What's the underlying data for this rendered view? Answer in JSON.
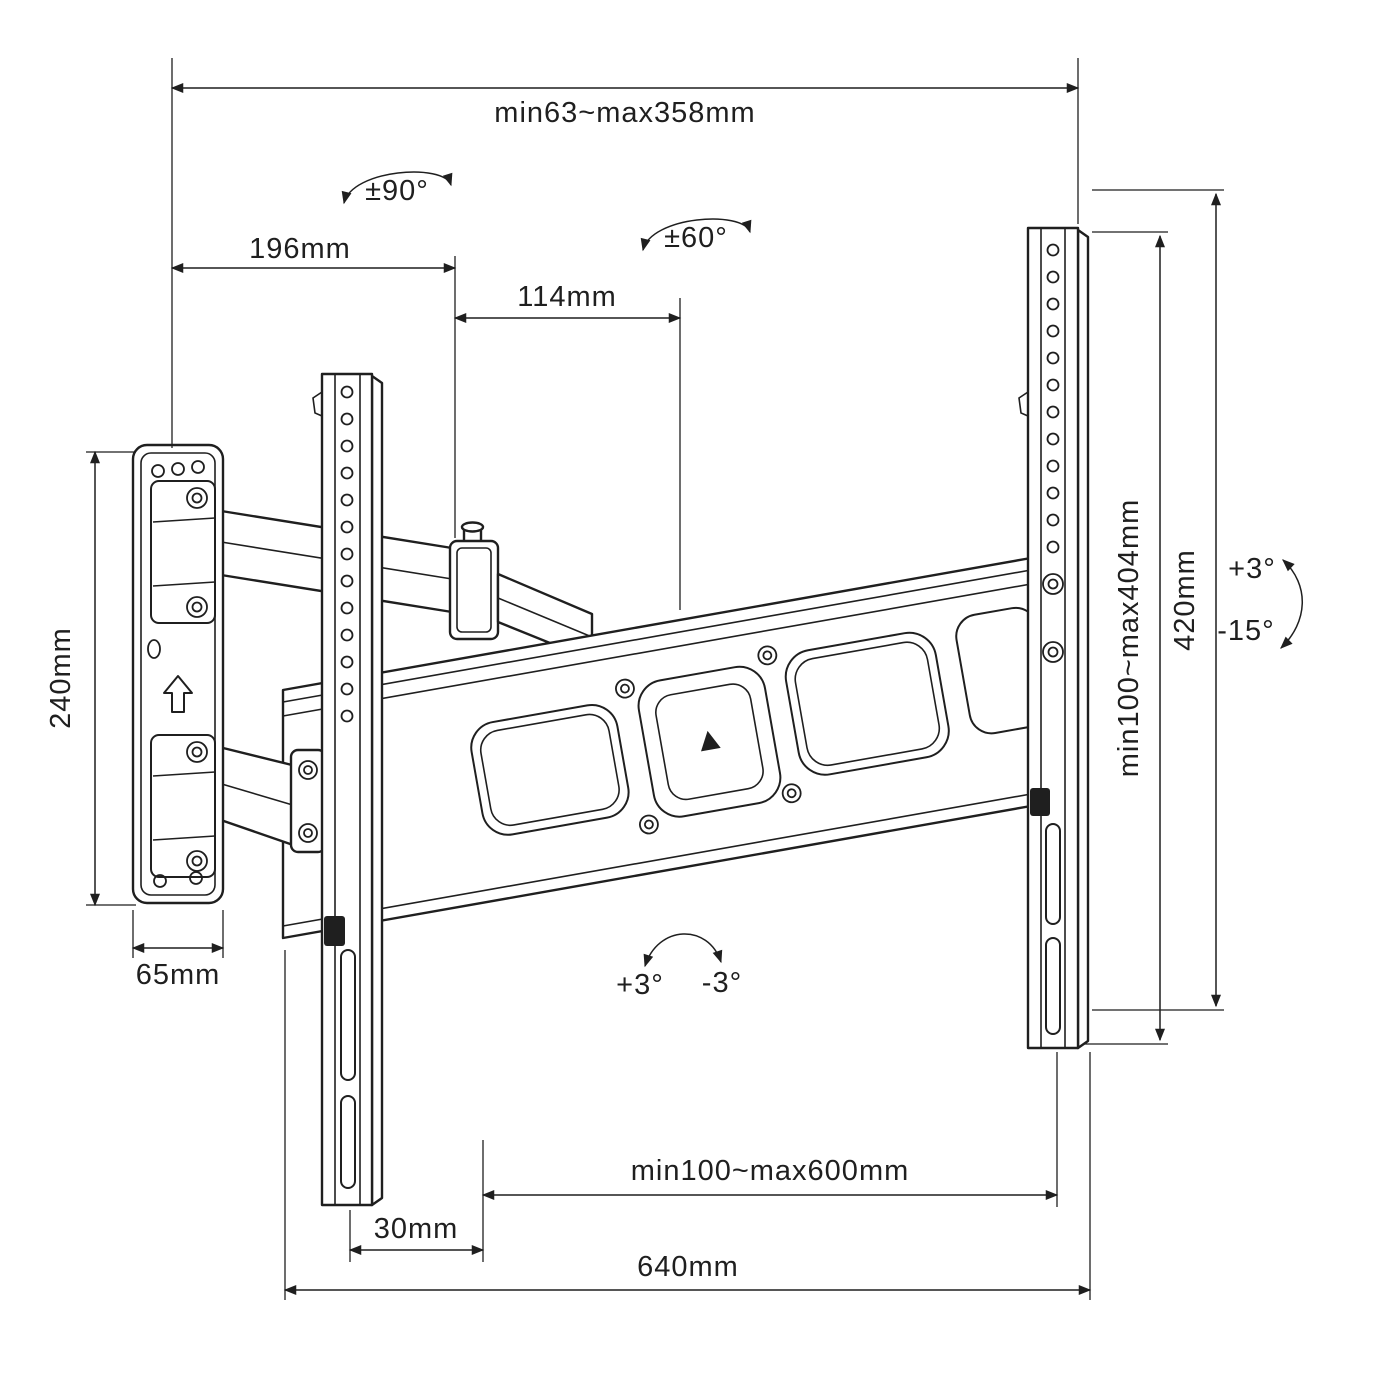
{
  "page": {
    "background": "#ffffff",
    "ink": "#1f1f1f",
    "description": "Dimensional line drawing of a full-motion TV wall mount bracket"
  },
  "diagram": {
    "labels": {
      "extension_depth": "min63~max358mm",
      "swivel_left": "±90°",
      "arm_reach": "196mm",
      "pivot_offset": "114mm",
      "swivel_right": "±60°",
      "wall_plate_height": "240mm",
      "wall_plate_width": "65mm",
      "vesa_height_range": "min100~max404mm",
      "bracket_height": "420mm",
      "tilt_up": "+3°",
      "tilt_down": "-15°",
      "level_plus": "+3°",
      "level_minus": "-3°",
      "rail_offset": "30mm",
      "vesa_width_range": "min100~max600mm",
      "bracket_width": "640mm"
    }
  }
}
